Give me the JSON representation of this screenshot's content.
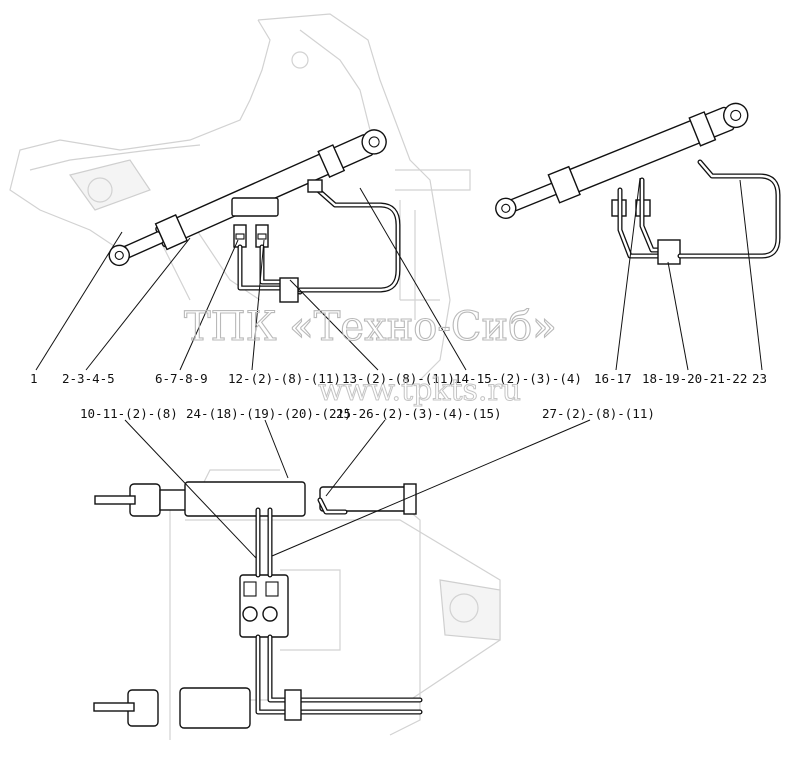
{
  "watermark": {
    "title": "ТПК «Техно-Сиб»",
    "url": "www.tpkts.ru"
  },
  "callouts": {
    "c1": "1",
    "c2": "2-3-4-5",
    "c3": "6-7-8-9",
    "c4": "12-(2)-(8)-(11)",
    "c5": "13-(2)-(8)-(11)",
    "c6": "14-15-(2)-(3)-(4)",
    "c7": "16-17",
    "c8": "18-19-20-21-22",
    "c9": "23",
    "c10": "10-11-(2)-(8)",
    "c11": "24-(18)-(19)-(20)-(21)",
    "c12": "25-26-(2)-(3)-(4)-(15)",
    "c13": "27-(2)-(8)-(11)"
  }
}
